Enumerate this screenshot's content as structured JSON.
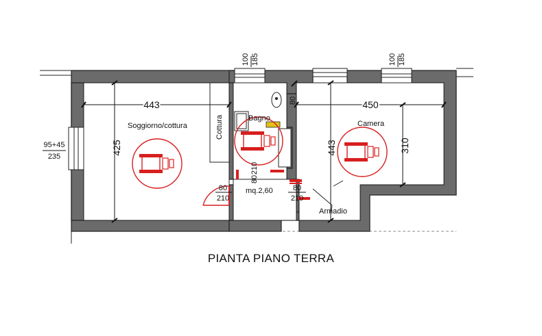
{
  "title": "PIANTA PIANO TERRA",
  "rooms": {
    "soggiorno": "Soggiorno/cottura",
    "cottura": "Cottura",
    "bagno": "Bagno",
    "camera": "Camera",
    "armadio": "Armadio",
    "disimpegno": "mq.2,60"
  },
  "dimensions": {
    "soggiorno_width": "443",
    "soggiorno_height": "425",
    "camera_width": "450",
    "camera_height": "310",
    "corridor_length": "443",
    "bagno_wall": "80",
    "window_left_top": "95+45",
    "window_left_bottom": "235",
    "window_bagno_w": "100",
    "window_bagno_h": "185",
    "window_camera_w": "100",
    "window_camera_h": "185",
    "door_soggiorno_w": "80",
    "door_soggiorno_h": "210",
    "door_bagno_w": "80",
    "door_bagno_h": "210",
    "door_camera_w": "80",
    "door_camera_h": "210"
  },
  "colors": {
    "wall": "#6b6b6b",
    "accessibility": "#d81e1e",
    "hatch": "#e2c21a"
  },
  "icons": [
    "wheelchair-icon",
    "door-swing-icon",
    "toilet-icon",
    "sink-icon"
  ]
}
